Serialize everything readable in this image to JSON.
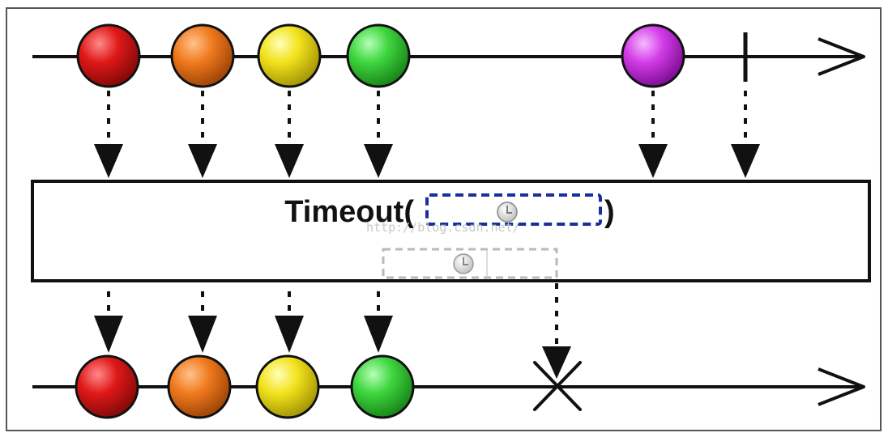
{
  "operator": {
    "label": "Timeout(",
    "close_paren": ")",
    "timer_icon": "clock-icon",
    "timer_color": "#1a2f9c",
    "elapsed_timer_color": "#b9b9b9"
  },
  "watermark": "http://blog.csdn.net/",
  "colors": {
    "line": "#111111",
    "frame": "#444444",
    "red": "#e01818",
    "orange": "#f07a1e",
    "yellow": "#f2e21c",
    "green": "#3fd63f",
    "magenta": "#d23ce8"
  },
  "source_stream": [
    "red",
    "orange",
    "yellow",
    "green",
    "magenta"
  ],
  "output_stream": [
    "red",
    "orange",
    "yellow",
    "green"
  ],
  "source_completes": true,
  "output_errors": true
}
